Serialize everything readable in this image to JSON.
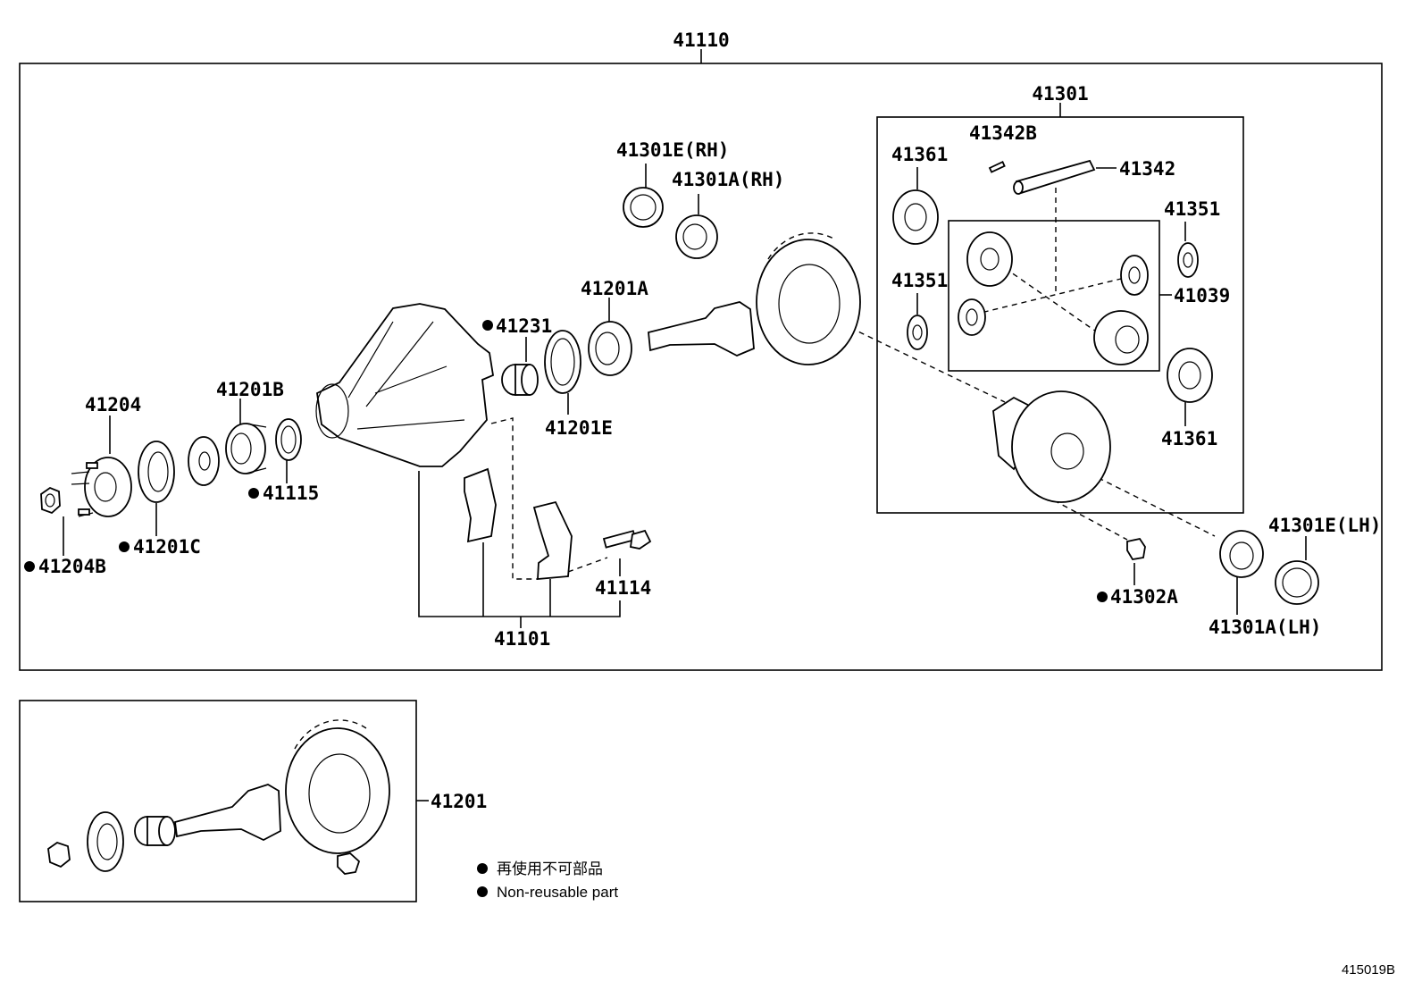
{
  "diagram": {
    "code": "415019B",
    "labels": {
      "l_41110": "41110",
      "l_41301": "41301",
      "l_41342B": "41342B",
      "l_41342": "41342",
      "l_41361_top": "41361",
      "l_41351_right": "41351",
      "l_41351_left": "41351",
      "l_41039": "41039",
      "l_41361_bottom": "41361",
      "l_41301E_RH": "41301E(RH)",
      "l_41301A_RH": "41301A(RH)",
      "l_41201A": "41201A",
      "l_41231": "41231",
      "l_41201E": "41201E",
      "l_41204": "41204",
      "l_41201B": "41201B",
      "l_41115": "41115",
      "l_41201C": "41201C",
      "l_41204B": "41204B",
      "l_41114": "41114",
      "l_41101": "41101",
      "l_41302A": "41302A",
      "l_41301E_LH": "41301E(LH)",
      "l_41301A_LH": "41301A(LH)",
      "l_41201": "41201"
    },
    "legend": {
      "line_ja": "再使用不可部品",
      "line_en": "Non-reusable part"
    }
  }
}
